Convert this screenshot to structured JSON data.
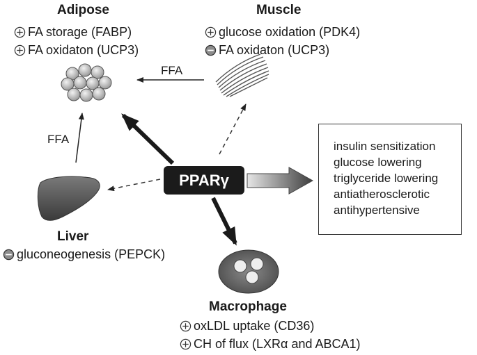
{
  "adipose": {
    "title": "Adipose",
    "items": [
      {
        "symbol": "plus",
        "text": "FA storage (FABP)"
      },
      {
        "symbol": "plus",
        "text": "FA oxidaton (UCP3)"
      }
    ]
  },
  "muscle": {
    "title": "Muscle",
    "items": [
      {
        "symbol": "plus",
        "text": "glucose oxidation (PDK4)"
      },
      {
        "symbol": "minus",
        "text": "FA oxidaton (UCP3)"
      }
    ]
  },
  "liver": {
    "title": "Liver",
    "items": [
      {
        "symbol": "minus",
        "text": "gluconeogenesis (PEPCK)"
      }
    ]
  },
  "macrophage": {
    "title": "Macrophage",
    "items": [
      {
        "symbol": "plus",
        "text": "oxLDL uptake (CD36)"
      },
      {
        "symbol": "plus",
        "text": "CH of flux (LXRα and ABCA1)"
      }
    ]
  },
  "center": {
    "label": "PPARγ"
  },
  "edges": {
    "muscle_to_adipose": "FFA",
    "liver_to_adipose": "FFA"
  },
  "effects": [
    "insulin sensitization",
    "glucose lowering",
    "triglyceride lowering",
    "antiatherosclerotic",
    "antihypertensive"
  ]
}
